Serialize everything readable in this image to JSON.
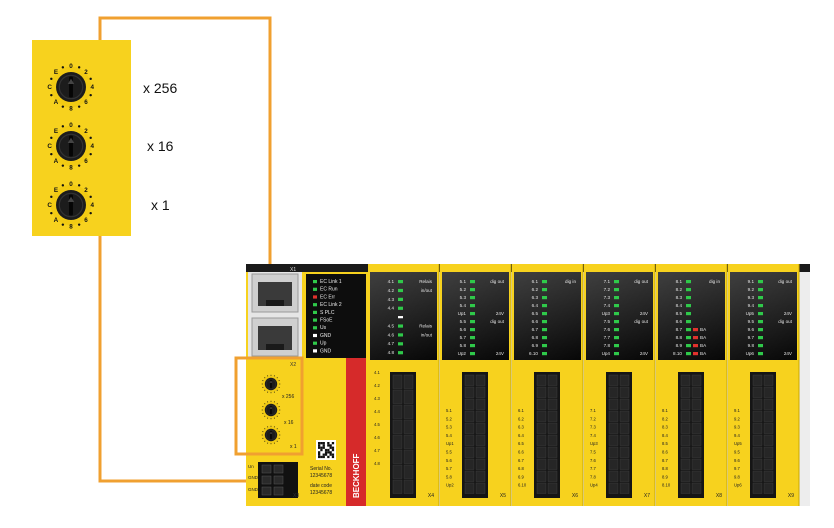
{
  "zoom": {
    "multipliers": [
      "x 256",
      "x 16",
      "x 1"
    ],
    "dial_digits": [
      "0",
      "2",
      "4",
      "6",
      "8",
      "A",
      "C",
      "E"
    ]
  },
  "device": {
    "brand": "BECKHOFF",
    "serial_label": "Serial No.",
    "serial_value": "12345678",
    "date_label": "date code",
    "date_value": "12345678",
    "small_mult": [
      "x 256",
      "x 16",
      "x 1"
    ],
    "bottom_terminals": [
      "Un",
      "GND",
      "GND"
    ],
    "x_labels": [
      "X1",
      "X2",
      "X3"
    ],
    "main_leds": [
      {
        "label": "EC Link 1",
        "color": "#2fc94a"
      },
      {
        "label": "EC Run",
        "color": "#2fc94a"
      },
      {
        "label": "EC Err",
        "color": "#e0322d"
      },
      {
        "label": "EC Link 2",
        "color": "#2fc94a"
      },
      {
        "label": "S PLC",
        "color": "#2fc94a"
      },
      {
        "label": "FSoE",
        "color": "#2fc94a"
      },
      {
        "label": "Us",
        "color": "#2fc94a"
      },
      {
        "label": "GND",
        "color": "#ffffff"
      },
      {
        "label": "Up",
        "color": "#2fc94a"
      },
      {
        "label": "GND",
        "color": "#ffffff"
      }
    ],
    "modules": [
      {
        "rows": [
          "4.1",
          "4.2",
          "4.3",
          "4.4",
          "",
          "4.5",
          "4.6",
          "4.7",
          "4.8"
        ],
        "tags": [
          {
            "row": 0,
            "text": "Relais"
          },
          {
            "row": 1,
            "text": "in/out"
          },
          {
            "row": 5,
            "text": "Relais"
          },
          {
            "row": 6,
            "text": "in/out"
          }
        ],
        "term_labels": [
          "4.1",
          "4.2",
          "4.3",
          "4.4",
          "4.5",
          "4.6",
          "4.7",
          "4.8"
        ],
        "label": "X4"
      },
      {
        "rows": [
          "5.1",
          "5.2",
          "5.3",
          "5.4",
          "Up1",
          "5.5",
          "5.6",
          "5.7",
          "5.8",
          "Up2"
        ],
        "tags": [
          {
            "row": 0,
            "text": "dig out"
          },
          {
            "row": 4,
            "text": "24V"
          },
          {
            "row": 5,
            "text": "dig out"
          },
          {
            "row": 9,
            "text": "24V"
          }
        ],
        "term_labels": [
          "5.1",
          "5.2",
          "5.3",
          "5.4",
          "Up1",
          "5.5",
          "5.6",
          "5.7",
          "5.8",
          "Up2"
        ],
        "label": "X5"
      },
      {
        "rows": [
          "6.1",
          "6.2",
          "6.3",
          "6.4",
          "6.5",
          "6.6",
          "6.7",
          "6.8",
          "6.9",
          "6.10"
        ],
        "tags": [
          {
            "row": 0,
            "text": "dig in"
          }
        ],
        "term_labels": [
          "6.1",
          "6.2",
          "6.3",
          "6.4",
          "6.5",
          "6.6",
          "6.7",
          "6.8",
          "6.9",
          "6.10"
        ],
        "label": "X6"
      },
      {
        "rows": [
          "7.1",
          "7.2",
          "7.3",
          "7.4",
          "Up3",
          "7.5",
          "7.6",
          "7.7",
          "7.8",
          "Up4"
        ],
        "tags": [
          {
            "row": 0,
            "text": "dig out"
          },
          {
            "row": 4,
            "text": "24V"
          },
          {
            "row": 5,
            "text": "dig out"
          },
          {
            "row": 9,
            "text": "24V"
          }
        ],
        "term_labels": [
          "7.1",
          "7.2",
          "7.3",
          "7.4",
          "Up3",
          "7.5",
          "7.6",
          "7.7",
          "7.8",
          "Up4"
        ],
        "label": "X7"
      },
      {
        "rows": [
          "8.1",
          "8.2",
          "8.3",
          "8.4",
          "8.5",
          "8.6",
          "8.7",
          "8.8",
          "8.9",
          "8.10"
        ],
        "tags": [
          {
            "row": 0,
            "text": "dig in"
          },
          {
            "row": 6,
            "text": "BA"
          },
          {
            "row": 7,
            "text": "BA"
          },
          {
            "row": 8,
            "text": "BA"
          },
          {
            "row": 9,
            "text": "BA"
          }
        ],
        "term_labels": [
          "8.1",
          "8.2",
          "8.3",
          "8.4",
          "8.5",
          "8.6",
          "8.7",
          "8.8",
          "8.9",
          "8.10"
        ],
        "label": "X8"
      },
      {
        "rows": [
          "9.1",
          "9.2",
          "9.3",
          "9.4",
          "Up5",
          "9.5",
          "9.6",
          "9.7",
          "9.8",
          "Up6"
        ],
        "tags": [
          {
            "row": 0,
            "text": "dig out"
          },
          {
            "row": 4,
            "text": "24V"
          },
          {
            "row": 5,
            "text": "dig out"
          },
          {
            "row": 9,
            "text": "24V"
          }
        ],
        "term_labels": [
          "9.1",
          "9.2",
          "9.3",
          "9.4",
          "Up5",
          "9.5",
          "9.6",
          "9.7",
          "9.8",
          "Up6"
        ],
        "label": "X9"
      }
    ]
  },
  "colors": {
    "safety_yellow": "#f7d21e",
    "orange_line": "#f0a030",
    "led_green": "#2fc94a",
    "led_red": "#e0322d",
    "black": "#111111",
    "brand_red": "#d62a2a"
  }
}
